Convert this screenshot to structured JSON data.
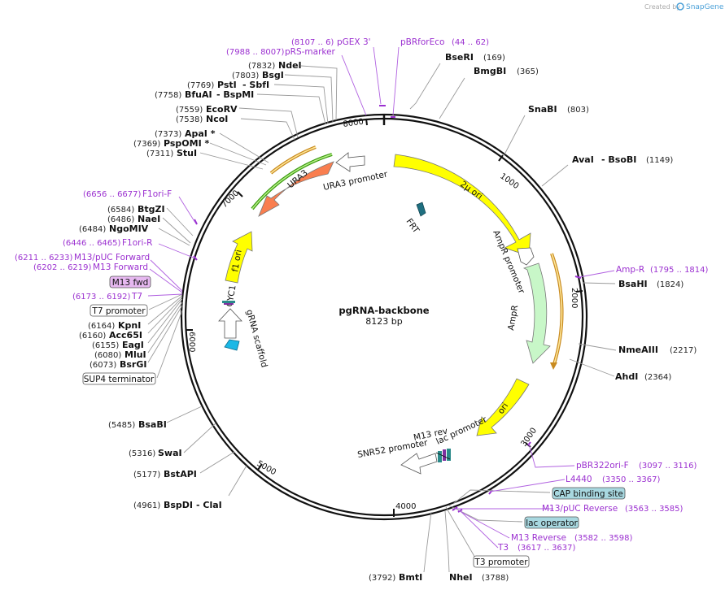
{
  "branding": {
    "created_by": "Created by",
    "app": "SnapGene"
  },
  "center": {
    "name": "pgRNA-backbone",
    "size": "8123 bp"
  },
  "ticks": [
    "1000",
    "2000",
    "3000",
    "4000",
    "5000",
    "6000",
    "7000",
    "8000"
  ],
  "features": {
    "two_micron": "2µ ori",
    "frt": "FRT",
    "ampr_promoter": "AmpR promoter",
    "ampr": "AmpR",
    "ori": "ori",
    "lac_promoter": "lac promoter",
    "m13_rev": "M13 rev",
    "snr52": "SNR52 promoter",
    "grna": "gRNA scaffold",
    "cyc1": "CYC1 terminator",
    "f1ori": "f1 ori",
    "ura3": "URA3",
    "ura3_promoter": "URA3 promoter"
  },
  "sites": [
    {
      "name": "BseRI",
      "pos": "(169)"
    },
    {
      "name": "BmgBI",
      "pos": "(365)"
    },
    {
      "name": "SnaBI",
      "pos": "(803)"
    },
    {
      "name": "AvaI",
      "extra": "- BsoBI",
      "pos": "(1149)"
    },
    {
      "name": "BsaHI",
      "pos": "(1824)"
    },
    {
      "name": "NmeAIII",
      "pos": "(2217)"
    },
    {
      "name": "AhdI",
      "pos": "(2364)"
    },
    {
      "name": "NheI",
      "pos": "(3788)"
    },
    {
      "name": "BmtI",
      "pos": "(3792)"
    },
    {
      "name": "BspDI",
      "extra": "- ClaI",
      "pos": "(4961)"
    },
    {
      "name": "BstAPI",
      "pos": "(5177)"
    },
    {
      "name": "SwaI",
      "pos": "(5316)"
    },
    {
      "name": "BsaBI",
      "pos": "(5485)"
    },
    {
      "name": "BsrGI",
      "pos": "(6073)"
    },
    {
      "name": "MluI",
      "pos": "(6080)"
    },
    {
      "name": "EagI",
      "pos": "(6155)"
    },
    {
      "name": "Acc65I",
      "pos": "(6160)"
    },
    {
      "name": "KpnI",
      "pos": "(6164)"
    },
    {
      "name": "NgoMIV",
      "pos": "(6484)"
    },
    {
      "name": "NaeI",
      "pos": "(6486)"
    },
    {
      "name": "BtgZI",
      "pos": "(6584)"
    },
    {
      "name": "StuI",
      "pos": "(7311)"
    },
    {
      "name": "PspOMI *",
      "pos": "(7369)"
    },
    {
      "name": "ApaI *",
      "pos": "(7373)"
    },
    {
      "name": "NcoI",
      "pos": "(7538)"
    },
    {
      "name": "EcoRV",
      "pos": "(7559)"
    },
    {
      "name": "BfuAI",
      "extra": "- BspMI",
      "pos": "(7758)"
    },
    {
      "name": "PstI",
      "extra": "- SbfI",
      "pos": "(7769)"
    },
    {
      "name": "BsgI",
      "pos": "(7803)"
    },
    {
      "name": "NdeI",
      "pos": "(7832)"
    }
  ],
  "primers": [
    {
      "name": "pGEX 3'",
      "pos": "(8107 .. 6)"
    },
    {
      "name": "pRS-marker",
      "pos": "(7988 .. 8007)"
    },
    {
      "name": "pBRforEco",
      "pos": "(44 .. 62)"
    },
    {
      "name": "Amp-R",
      "pos": "(1795 .. 1814)"
    },
    {
      "name": "pBR322ori-F",
      "pos": "(3097 .. 3116)"
    },
    {
      "name": "L4440",
      "pos": "(3350 .. 3367)"
    },
    {
      "name": "M13/pUC Reverse",
      "pos": "(3563 .. 3585)"
    },
    {
      "name": "M13 Reverse",
      "pos": "(3582 .. 3598)"
    },
    {
      "name": "T3",
      "pos": "(3617 .. 3637)"
    },
    {
      "name": "F1ori-F",
      "pos": "(6656 .. 6677)"
    },
    {
      "name": "F1ori-R",
      "pos": "(6446 .. 6465)"
    },
    {
      "name": "M13/pUC Forward",
      "pos": "(6211 .. 6233)"
    },
    {
      "name": "M13 Forward",
      "pos": "(6202 .. 6219)"
    },
    {
      "name": "T7",
      "pos": "(6173 .. 6192)"
    }
  ],
  "boxes": {
    "cap": "CAP binding site",
    "lac_operator": "lac operator",
    "t3_promoter": "T3 promoter",
    "m13_fwd": "M13 fwd",
    "t7_promoter": "T7 promoter",
    "sup4": "SUP4 terminator"
  }
}
